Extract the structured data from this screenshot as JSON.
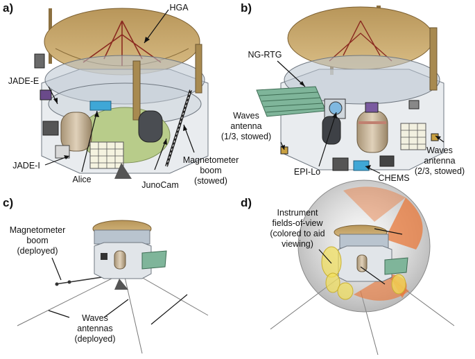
{
  "panels": [
    {
      "id": "a",
      "label": "a)"
    },
    {
      "id": "b",
      "label": "b)"
    },
    {
      "id": "c",
      "label": "c)"
    },
    {
      "id": "d",
      "label": "d)"
    }
  ],
  "labels": {
    "hga": "HGA",
    "jade_e": "JADE-E",
    "jade_i": "JADE-I",
    "alice": "Alice",
    "junocam": "JunoCam",
    "mag_boom_stowed": [
      "Magnetometer",
      "boom",
      "(stowed)"
    ],
    "ng_rtg": "NG-RTG",
    "waves_1_3": [
      "Waves",
      "antenna",
      "(1/3, stowed)"
    ],
    "epi_lo": "EPI-Lo",
    "chems": "CHEMS",
    "waves_2_3": [
      "Waves",
      "antenna",
      "(2/3, stowed)"
    ],
    "mag_boom_deployed": [
      "Magnetometer",
      "boom",
      "(deployed)"
    ],
    "waves_deployed": [
      "Waves",
      "antennas",
      "(deployed)"
    ],
    "fov": [
      "Instrument",
      "fields-of-view",
      "(colored to aid",
      "viewing)"
    ]
  },
  "colors": {
    "dish": "#c8a86a",
    "dish_dark": "#8a6d3a",
    "body": "#d9dde2",
    "glass": "#b9c4cf",
    "green": "#b8cc8a",
    "tank": "#c9b8a0",
    "blue": "#3fa7d6",
    "fov_orange": "#e8783a",
    "fov_yellow": "#f2e05a"
  }
}
